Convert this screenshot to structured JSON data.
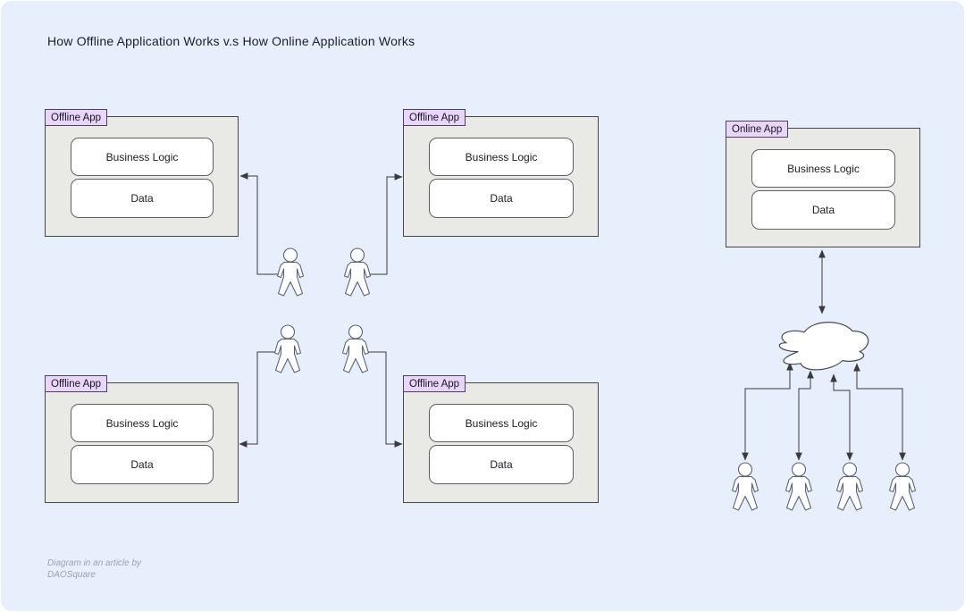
{
  "title": "How Offline Application Works v.s How Online Application Works",
  "apps": [
    {
      "id": "offline-app-top-left",
      "tab": "Offline App",
      "business": "Business Logic",
      "data": "Data"
    },
    {
      "id": "offline-app-top-mid",
      "tab": "Offline App",
      "business": "Business Logic",
      "data": "Data"
    },
    {
      "id": "offline-app-bottom-left",
      "tab": "Offline App",
      "business": "Business Logic",
      "data": "Data"
    },
    {
      "id": "offline-app-bottom-mid",
      "tab": "Offline App",
      "business": "Business Logic",
      "data": "Data"
    },
    {
      "id": "online-app",
      "tab": "Online App",
      "business": "Business Logic",
      "data": "Data"
    }
  ],
  "icons": {
    "person": "person-icon",
    "cloud": "cloud-icon",
    "person_count_offline": 4,
    "person_count_online": 4
  },
  "footer": {
    "line1": "Diagram in an article by",
    "line2": "DAOSquare"
  },
  "colors": {
    "canvas_bg": "#e8effc",
    "app_fill": "#e9e9e6",
    "app_border": "#474747",
    "tab_fill": "#e8d5f9",
    "tab_border": "#49425a",
    "component_fill": "#ffffff",
    "component_border": "#5f5f5f",
    "connector": "#3a3a3a",
    "person_stroke": "#5b6272",
    "cloud_stroke": "#4a4a4a",
    "footer_text": "#98a1b6",
    "title_text": "#1a1c26"
  }
}
